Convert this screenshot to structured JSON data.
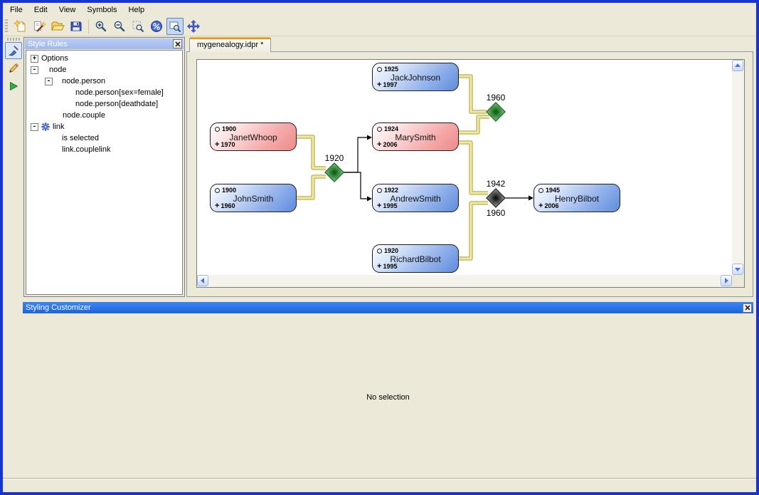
{
  "menu_bar": {
    "items": [
      "File",
      "Edit",
      "View",
      "Symbols",
      "Help"
    ]
  },
  "toolbar": {
    "buttons": [
      {
        "icon": "new-document-icon",
        "pressed": false
      },
      {
        "icon": "style-wand-icon",
        "pressed": false
      },
      {
        "icon": "open-folder-icon",
        "pressed": false
      },
      {
        "icon": "save-icon",
        "pressed": false
      },
      {
        "icon": "zoom-in-icon",
        "pressed": false
      },
      {
        "icon": "zoom-out-icon",
        "pressed": false
      },
      {
        "icon": "zoom-selection-icon",
        "pressed": false
      },
      {
        "icon": "zoom-percent-icon",
        "pressed": false
      },
      {
        "icon": "overview-icon",
        "pressed": true
      },
      {
        "icon": "pan-icon",
        "pressed": false
      }
    ]
  },
  "side_toolbar": {
    "buttons": [
      {
        "icon": "style-brush-icon",
        "selected": true
      },
      {
        "icon": "pencil-icon",
        "selected": false
      },
      {
        "icon": "run-icon",
        "selected": false
      }
    ]
  },
  "style_rules": {
    "title": "Style Rules",
    "items": [
      {
        "label": "Options",
        "expander": "+"
      },
      {
        "label": "node",
        "expander": "-"
      },
      {
        "label": "node.person",
        "expander": "-"
      },
      {
        "label": "node.person[sex=female]"
      },
      {
        "label": "node.person[deathdate]"
      },
      {
        "label": "node.couple"
      },
      {
        "label": "link",
        "expander": "-",
        "icon": "gear"
      },
      {
        "label": "is selected"
      },
      {
        "label": "link.couplelink"
      }
    ]
  },
  "editor": {
    "tab_label": "mygenealogy.idpr *"
  },
  "glyphs": {
    "deceased": "+"
  },
  "diagram": {
    "persons": [
      {
        "name": "JackJohnson",
        "birth": "1925",
        "death": "1997",
        "sex": "male"
      },
      {
        "name": "JanetWhoop",
        "birth": "1900",
        "death": "1970",
        "sex": "female"
      },
      {
        "name": "MarySmith",
        "birth": "1924",
        "death": "2006",
        "sex": "female"
      },
      {
        "name": "JohnSmith",
        "birth": "1900",
        "death": "1960",
        "sex": "male"
      },
      {
        "name": "AndrewSmith",
        "birth": "1922",
        "death": "1995",
        "sex": "male"
      },
      {
        "name": "RichardBilbot",
        "birth": "1920",
        "death": "1995",
        "sex": "male"
      },
      {
        "name": "HenryBilbot",
        "birth": "1945",
        "death": "2006",
        "sex": "male"
      }
    ],
    "couples": [
      {
        "year": "1960",
        "style": "green"
      },
      {
        "year": "1920",
        "style": "green"
      },
      {
        "year": "1942",
        "second_year": "1960",
        "style": "dark"
      }
    ],
    "colors": {
      "male_node": "#6f99e6",
      "female_node": "#f09090",
      "couple_link": "#e9e18f",
      "child_link": "#000000",
      "green_couple": "#3f9a46",
      "dark_couple": "#4a4a4a"
    }
  },
  "customizer": {
    "title": "Styling Customizer",
    "message": "No selection"
  },
  "window": {
    "border_color": "#1733d2",
    "background": "#ece9d8",
    "titlebar_blue": "#2d74e8",
    "rule_titlebar": "#aac4f2"
  }
}
